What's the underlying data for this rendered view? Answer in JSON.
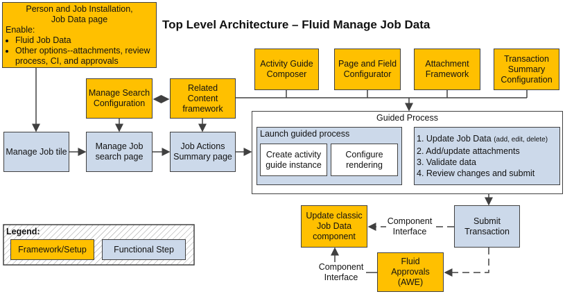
{
  "title": "Top Level Architecture – Fluid Manage Job Data",
  "colors": {
    "framework": "#FFC000",
    "functional": "#CCD9EA",
    "border": "#404040"
  },
  "setup_box": {
    "heading1": "Person and Job Installation,",
    "heading2": "Job Data page",
    "enable": "Enable:",
    "items": [
      "Fluid Job Data",
      "Other options--attachments, review process, CI, and approvals"
    ]
  },
  "frameworks": {
    "activity_guide": "Activity Guide Composer",
    "page_field": "Page and Field Configurator",
    "attachment": "Attachment Framework",
    "transaction_summary": "Transaction Summary Configuration",
    "manage_search": "Manage Search Configuration",
    "related_content": "Related Content framework"
  },
  "steps": {
    "tile": "Manage Job tile",
    "search": "Manage Job search page",
    "summary": "Job Actions Summary page"
  },
  "guided": {
    "title": "Guided Process",
    "launch": "Launch guided process",
    "create": "Create activity guide instance",
    "configure": "Configure rendering",
    "list": [
      "1. Update Job Data",
      "2. Add/update attachments",
      "3. Validate data",
      "4. Review changes and submit"
    ],
    "list_note": "(add, edit, delete)"
  },
  "submit": "Submit Transaction",
  "update_classic": "Update classic Job Data component",
  "approvals": "Fluid Approvals (AWE)",
  "ci_label_1": "Component Interface",
  "ci_label_2": "Component Interface",
  "legend": {
    "title": "Legend:",
    "framework": "Framework/Setup",
    "functional": "Functional Step"
  }
}
